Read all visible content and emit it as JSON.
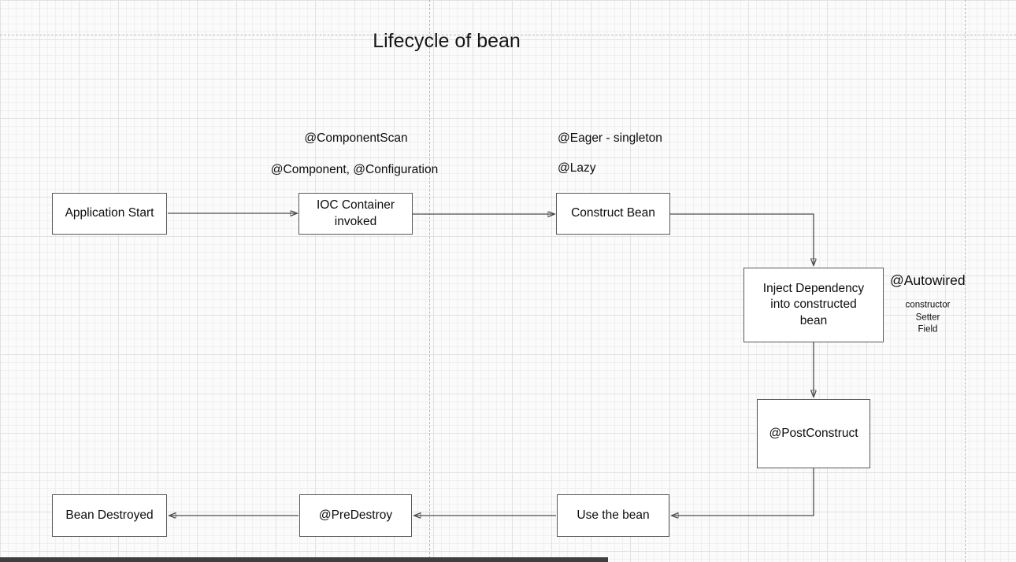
{
  "canvas": {
    "title": "Lifecycle of bean",
    "background": "#fbfbfb",
    "grid_minor_color": "#f0f0f0",
    "grid_major_color": "#e2e2e2",
    "guide_color": "#b9b9b9",
    "stroke_color": "#4d4d4d",
    "node_fill": "#ffffff",
    "node_border": "#595959"
  },
  "nodes": [
    {
      "id": "application-start",
      "label": "Application Start"
    },
    {
      "id": "ioc-container",
      "label": "IOC Container\ninvoked"
    },
    {
      "id": "construct-bean",
      "label": "Construct Bean"
    },
    {
      "id": "inject-dependency",
      "label": "Inject Dependency\ninto constructed\nbean"
    },
    {
      "id": "post-construct",
      "label": "@PostConstruct"
    },
    {
      "id": "use-the-bean",
      "label": "Use the bean"
    },
    {
      "id": "pre-destroy",
      "label": "@PreDestroy"
    },
    {
      "id": "bean-destroyed",
      "label": "Bean Destroyed"
    }
  ],
  "annotations": [
    {
      "id": "component-scan",
      "text": "@ComponentScan"
    },
    {
      "id": "component-configuration",
      "text": "@Component, @Configuration"
    },
    {
      "id": "eager-singleton",
      "text": "@Eager - singleton"
    },
    {
      "id": "lazy",
      "text": "@Lazy"
    },
    {
      "id": "autowired",
      "text": "@Autowired"
    },
    {
      "id": "autowired-detail",
      "text": "constructor\nSetter\nField"
    }
  ],
  "connectors": [
    {
      "from": "application-start",
      "to": "ioc-container"
    },
    {
      "from": "ioc-container",
      "to": "construct-bean"
    },
    {
      "from": "construct-bean",
      "to": "inject-dependency"
    },
    {
      "from": "inject-dependency",
      "to": "post-construct"
    },
    {
      "from": "post-construct",
      "to": "use-the-bean"
    },
    {
      "from": "use-the-bean",
      "to": "pre-destroy"
    },
    {
      "from": "pre-destroy",
      "to": "bean-destroyed"
    }
  ]
}
